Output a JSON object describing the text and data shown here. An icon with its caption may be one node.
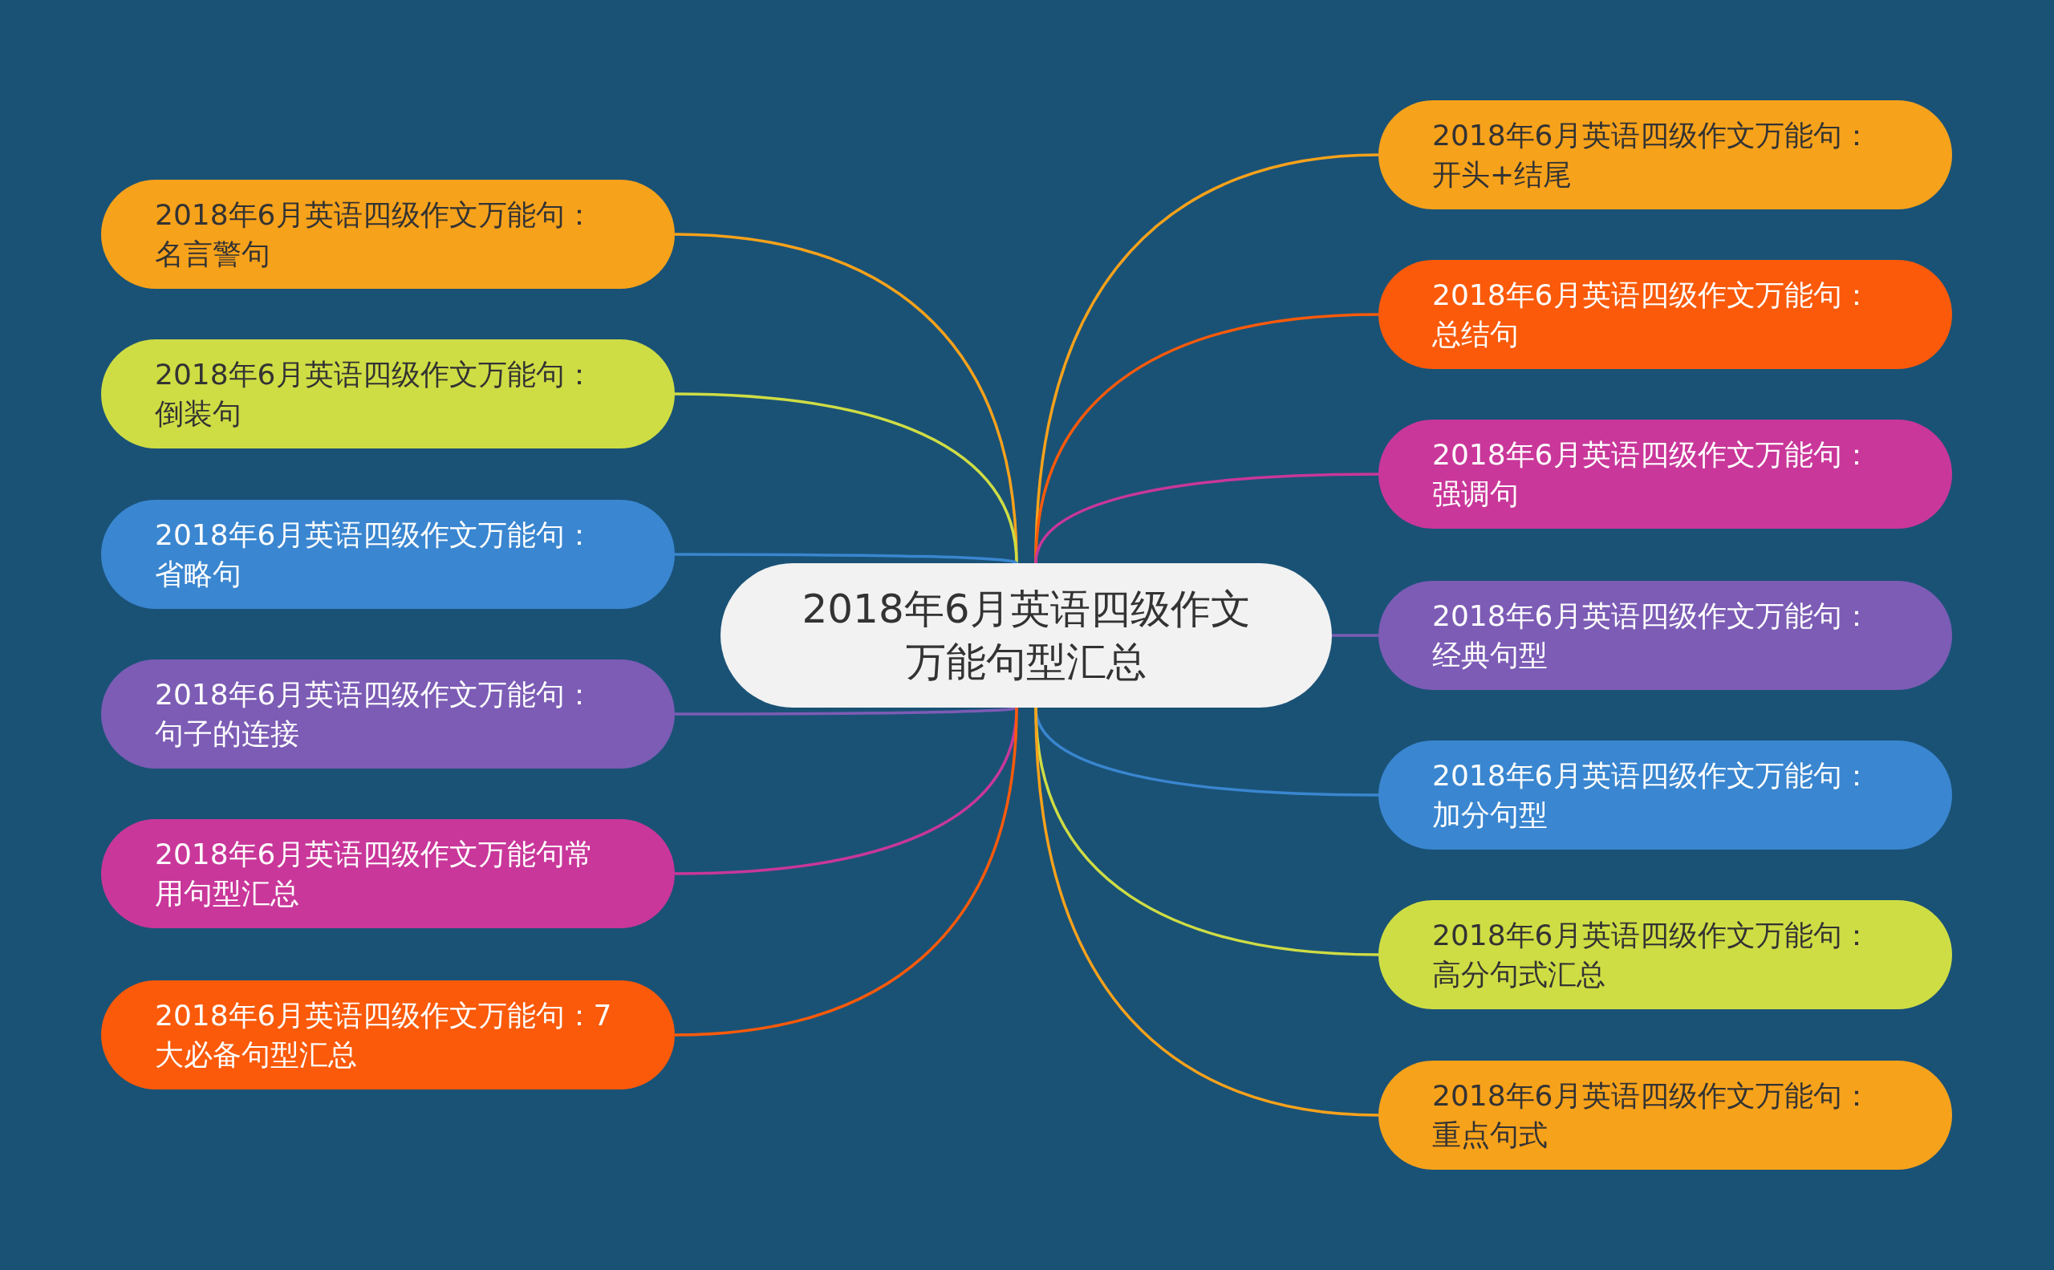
{
  "diagram": {
    "nodes": [
      {
        "text": [
          "2018年6月英语四级作文万能句型汇总"
        ]
      },
      {
        "text": [
          "2018年6月英语四级作文万能句：名言警句"
        ]
      },
      {
        "text": [
          "2018年6月英语四级作文万能句：倒装句"
        ]
      },
      {
        "text": [
          "2018年6月英语四级作文万能句：省略句"
        ]
      },
      {
        "text": [
          "2018年6月英语四级作文万能句：句子的连接"
        ]
      },
      {
        "text": [
          "2018年6月英语四级作文万能句常用句型汇总"
        ]
      },
      {
        "text": [
          "2018年6月英语四级作文万能句：7大必备句型汇总"
        ]
      },
      {
        "text": [
          "2018年6月英语四级作文万能句：开头+结尾"
        ]
      },
      {
        "text": [
          "2018年6月英语四级作文万能句：总结句"
        ]
      },
      {
        "text": [
          "2018年6月英语四级作文万能句：强调句"
        ]
      },
      {
        "text": [
          "2018年6月英语四级作文万能句：经典句型"
        ]
      },
      {
        "text": [
          "2018年6月英语四级作文万能句：加分句型"
        ]
      },
      {
        "text": [
          "2018年6月英语四级作文万能句：高分句式汇总"
        ]
      },
      {
        "text": [
          "2018年6月英语四级作文万能句：重点句式"
        ]
      }
    ],
    "edges": [
      {
        "from": 0,
        "to": 1,
        "arrow": "none",
        "color": "#f7a21b"
      },
      {
        "from": 0,
        "to": 2,
        "arrow": "none",
        "color": "#cfdd44"
      },
      {
        "from": 0,
        "to": 3,
        "arrow": "none",
        "color": "#3a86d0"
      },
      {
        "from": 0,
        "to": 4,
        "arrow": "none",
        "color": "#7c5cb5"
      },
      {
        "from": 0,
        "to": 5,
        "arrow": "none",
        "color": "#c9379a"
      },
      {
        "from": 0,
        "to": 6,
        "arrow": "none",
        "color": "#fa5a0a"
      },
      {
        "from": 0,
        "to": 7,
        "arrow": "none",
        "color": "#f7a21b"
      },
      {
        "from": 0,
        "to": 8,
        "arrow": "none",
        "color": "#fa5a0a"
      },
      {
        "from": 0,
        "to": 9,
        "arrow": "none",
        "color": "#c9379a"
      },
      {
        "from": 0,
        "to": 10,
        "arrow": "none",
        "color": "#7c5cb5"
      },
      {
        "from": 0,
        "to": 11,
        "arrow": "none",
        "color": "#3a86d0"
      },
      {
        "from": 0,
        "to": 12,
        "arrow": "none",
        "color": "#cfdd44"
      },
      {
        "from": 0,
        "to": 13,
        "arrow": "none",
        "color": "#f7a21b"
      }
    ]
  }
}
